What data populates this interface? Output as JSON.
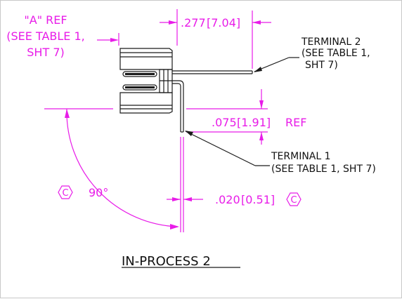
{
  "annotations": {
    "a_ref": {
      "line1": "\"A\" REF",
      "line2": "(SEE TABLE 1,",
      "line3": "SHT 7)"
    },
    "dim_277": {
      "inch": ".277",
      "mm": "[7.04]"
    },
    "dim_075": {
      "inch": ".075",
      "mm": "[1.91]",
      "suffix": "REF"
    },
    "dim_020": {
      "inch": ".020",
      "mm": "[0.51]"
    },
    "angle": "90°",
    "terminal_2": {
      "line1": "TERMINAL 2",
      "line2": "(SEE TABLE 1,",
      "line3": "SHT 7)"
    },
    "terminal_1": {
      "line1": "TERMINAL 1",
      "line2": "(SEE TABLE 1, SHT 7)"
    },
    "critical_symbol": "C"
  },
  "caption": "IN-PROCESS 2",
  "colors": {
    "dimension": "#e81ce8",
    "geometry": "#1a1a1a",
    "frame": "#c8c8c8"
  }
}
